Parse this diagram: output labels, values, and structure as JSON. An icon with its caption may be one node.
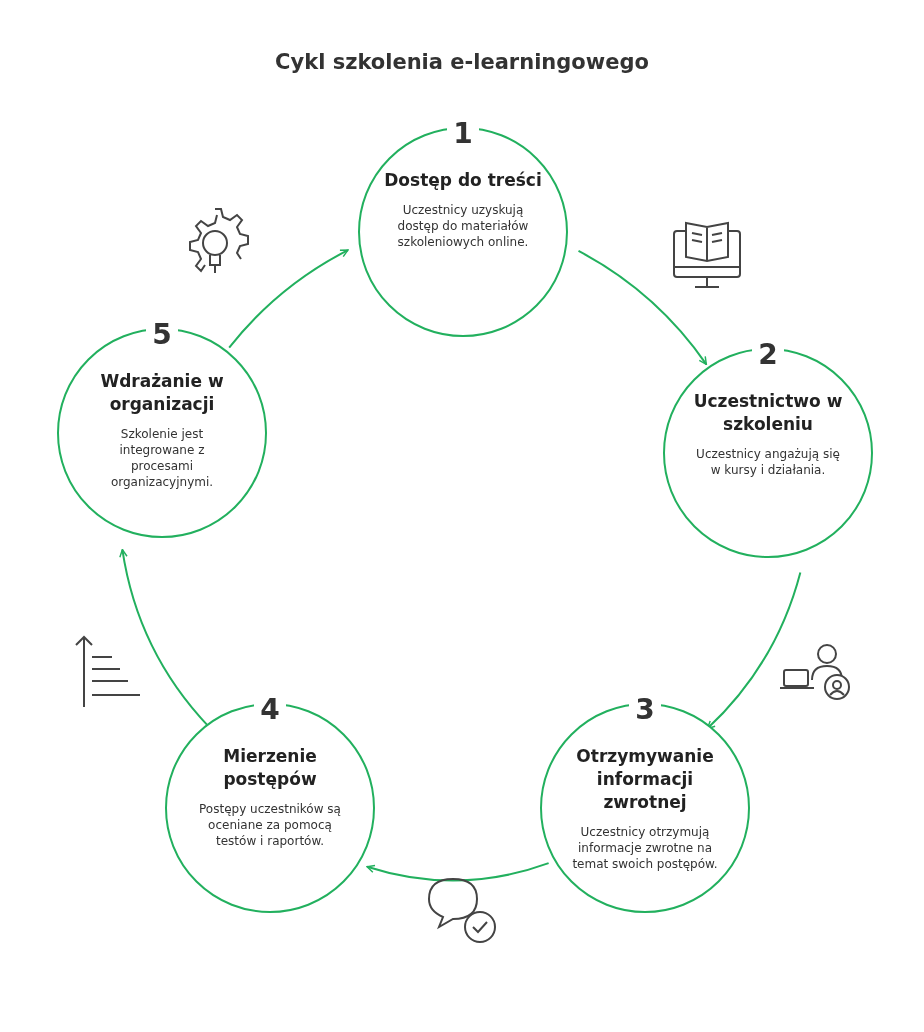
{
  "diagram": {
    "title": "Cykl szkolenia e-learningowego",
    "nodes": [
      {
        "text": [
          "1",
          "Dostęp do treści",
          "Uczestnicy uzyskują dostęp do materiałów szkoleniowych online."
        ]
      },
      {
        "text": [
          "2",
          "Uczestnictwo w szkoleniu",
          "Uczestnicy angażują się w kursy i działania."
        ]
      },
      {
        "text": [
          "3",
          "Otrzymywanie informacji zwrotnej",
          "Uczestnicy otrzymują informacje zwrotne na temat swoich postępów."
        ]
      },
      {
        "text": [
          "4",
          "Mierzenie postępów",
          "Postępy uczestników są oceniane za pomocą testów i raportów."
        ]
      },
      {
        "text": [
          "5",
          "Wdrażanie w organizacji",
          "Szkolenie jest integrowane z procesami organizacyjnymi."
        ]
      }
    ],
    "edges": [
      {
        "from": 0,
        "to": 1,
        "arrow": "to"
      },
      {
        "from": 1,
        "to": 2,
        "arrow": "to"
      },
      {
        "from": 2,
        "to": 3,
        "arrow": "to"
      },
      {
        "from": 3,
        "to": 4,
        "arrow": "to"
      },
      {
        "from": 4,
        "to": 0,
        "arrow": "to"
      }
    ]
  }
}
